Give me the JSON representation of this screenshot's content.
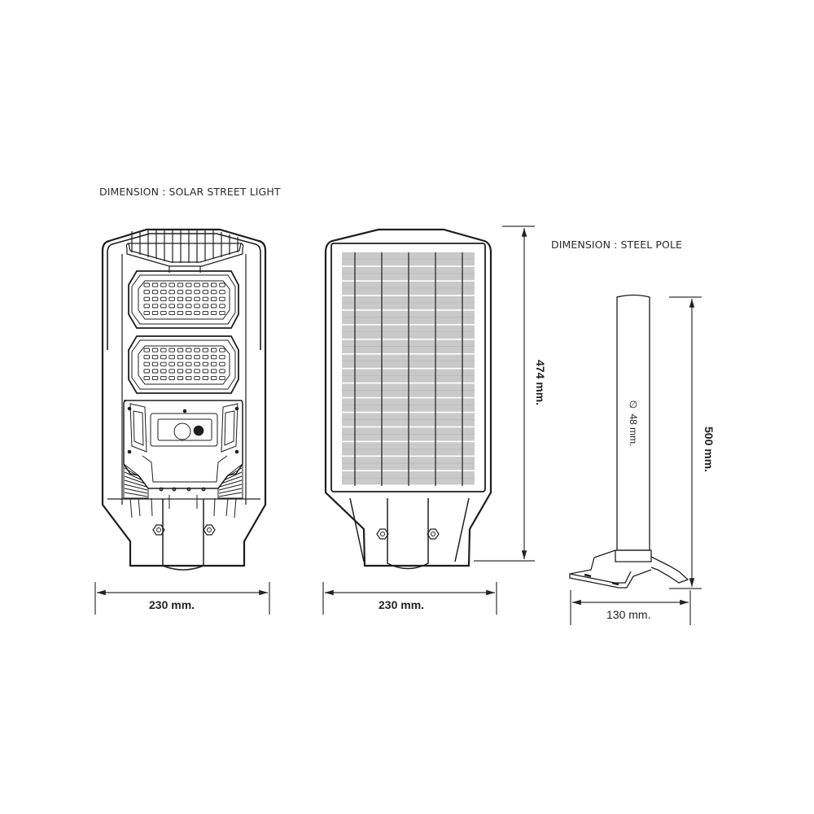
{
  "labels": {
    "solar_light_title": "DIMENSION : SOLAR STREET LIGHT",
    "steel_pole_title": "DIMENSION : STEEL POLE"
  },
  "dimensions": {
    "front_width": "230 mm.",
    "back_width": "230 mm.",
    "light_height": "474 mm.",
    "pole_height": "500 mm.",
    "pole_diameter_symbol": "∅",
    "pole_diameter": "48 mm.",
    "pole_base_width": "130 mm."
  },
  "colors": {
    "line": "#1e1e1e",
    "solar_cell": "#c9c9c9",
    "dim_line": "#333333",
    "background": "#ffffff"
  },
  "views": [
    {
      "name": "front-view",
      "led_modules": 2,
      "led_rows": 5,
      "led_cols": 10
    },
    {
      "name": "back-view",
      "solar_rows": 16,
      "solar_cols": 6
    },
    {
      "name": "steel-pole"
    }
  ]
}
